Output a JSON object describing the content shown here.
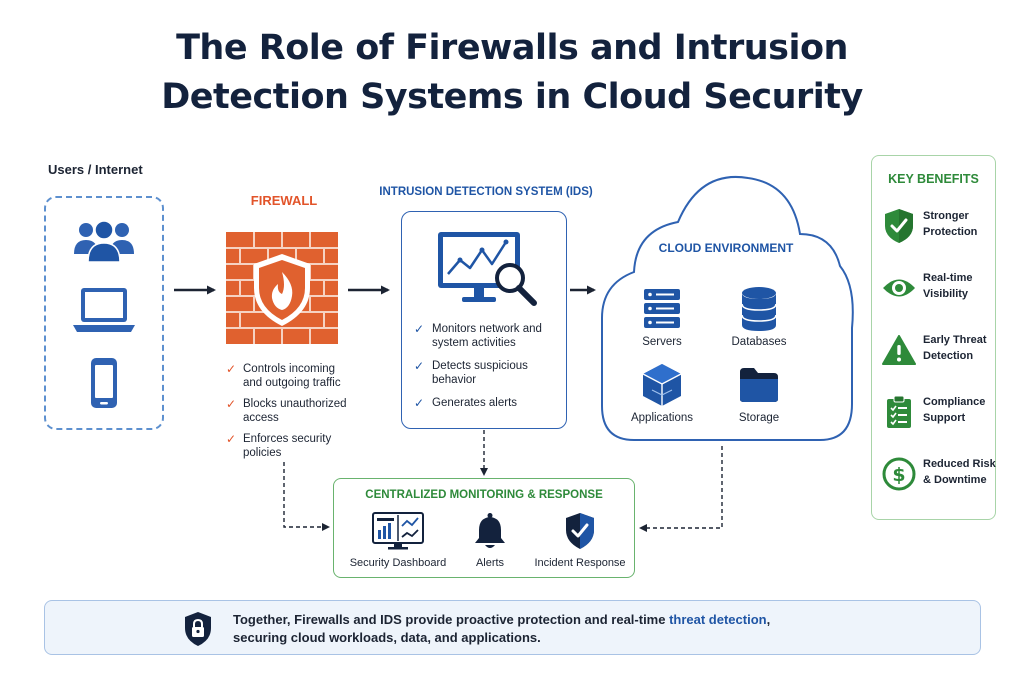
{
  "title": {
    "line1": "The Role of Firewalls and Intrusion",
    "line2": "Detection Systems in Cloud Security"
  },
  "users": {
    "label": "Users / Internet",
    "icons": [
      "users-group-icon",
      "laptop-icon",
      "smartphone-icon"
    ]
  },
  "firewall": {
    "title": "FIREWALL",
    "icon": "brick-wall-shield-flame-icon",
    "items": [
      {
        "line1": "Controls incoming",
        "line2": "and outgoing traffic"
      },
      {
        "line1": "Blocks unauthorized",
        "line2": "access"
      },
      {
        "line1": "Enforces security",
        "line2": "policies"
      }
    ]
  },
  "ids": {
    "title": "INTRUSION DETECTION SYSTEM (IDS)",
    "icon": "monitor-magnifier-icon",
    "items": [
      {
        "line1": "Monitors network and",
        "line2": "system activities"
      },
      {
        "line1": "Detects suspicious",
        "line2": "behavior"
      },
      {
        "line1": "Generates alerts",
        "line2": ""
      }
    ]
  },
  "cloud": {
    "title": "CLOUD ENVIRONMENT",
    "items": [
      {
        "label": "Servers",
        "icon": "servers-icon"
      },
      {
        "label": "Databases",
        "icon": "database-icon"
      },
      {
        "label": "Applications",
        "icon": "cube-icon"
      },
      {
        "label": "Storage",
        "icon": "folder-icon"
      }
    ]
  },
  "benefits": {
    "title": "KEY BENEFITS",
    "items": [
      {
        "line1": "Stronger",
        "line2": "Protection",
        "icon": "shield-check-icon"
      },
      {
        "line1": "Real-time",
        "line2": "Visibility",
        "icon": "eye-icon"
      },
      {
        "line1": "Early Threat",
        "line2": "Detection",
        "icon": "warning-icon"
      },
      {
        "line1": "Compliance",
        "line2": "Support",
        "icon": "clipboard-checklist-icon"
      },
      {
        "line1": "Reduced Risk",
        "line2": "& Downtime",
        "icon": "dollar-icon"
      }
    ]
  },
  "monitoring": {
    "title": "CENTRALIZED MONITORING & RESPONSE",
    "items": [
      {
        "label": "Security Dashboard",
        "icon": "dashboard-icon"
      },
      {
        "label": "Alerts",
        "icon": "bell-icon"
      },
      {
        "label": "Incident Response",
        "icon": "shield-check-icon"
      }
    ]
  },
  "footer": {
    "line1_prefix": "Together, Firewalls and IDS provide proactive protection and real-time ",
    "line1_highlight": "threat detection",
    "line1_suffix": ",",
    "line2": "securing cloud workloads, data, and applications.",
    "icon": "shield-lock-icon"
  },
  "colors": {
    "title": "#13223d",
    "firewall_accent": "#e2542a",
    "brick": "#e0612f",
    "ids_blue": "#1f55a5",
    "benefits_green": "#2e8a3a",
    "footer_bg": "#eef4fb"
  }
}
